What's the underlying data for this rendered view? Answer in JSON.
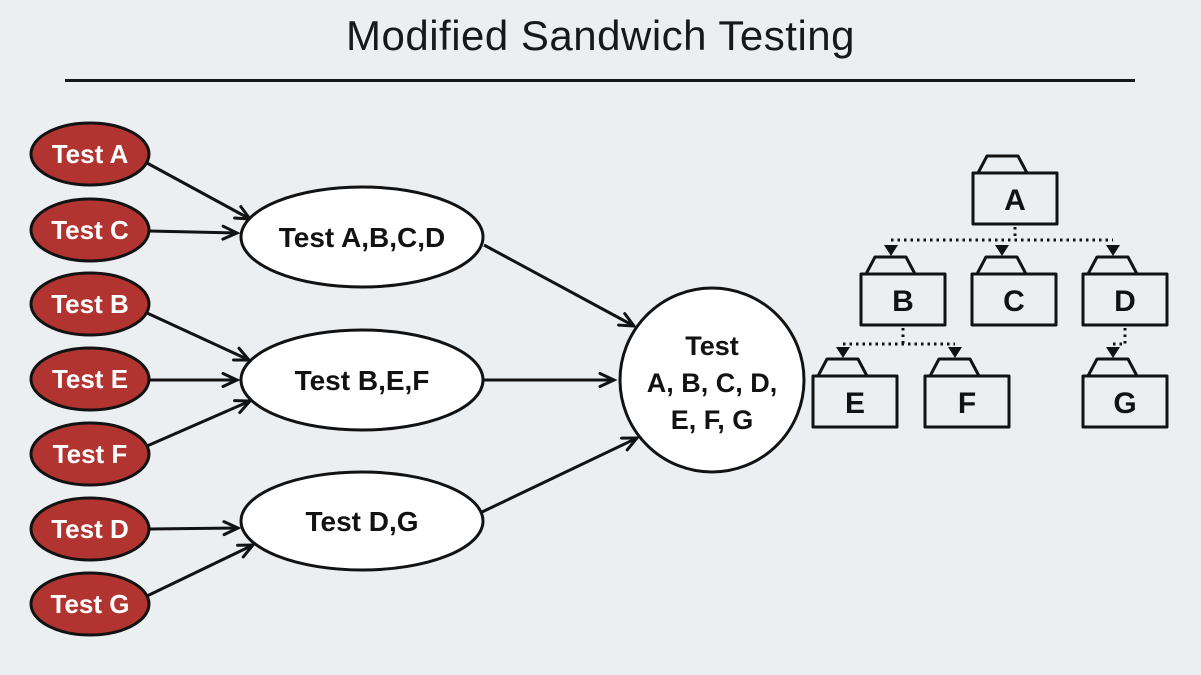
{
  "title": "Modified Sandwich Testing",
  "colors": {
    "background": "#ECEFF2",
    "unit_test_fill": "#B23431",
    "unit_test_text": "#FFFFFF",
    "node_fill": "#FFFFFF",
    "line_stroke": "#121212"
  },
  "diagram": {
    "unit_tests": [
      {
        "label": "Test A"
      },
      {
        "label": "Test C"
      },
      {
        "label": "Test B"
      },
      {
        "label": "Test E"
      },
      {
        "label": "Test F"
      },
      {
        "label": "Test D"
      },
      {
        "label": "Test G"
      }
    ],
    "integration_tests": [
      {
        "label": "Test A,B,C,D"
      },
      {
        "label": "Test B,E,F"
      },
      {
        "label": "Test D,G"
      }
    ],
    "system_test": {
      "line1": "Test",
      "line2": "A, B, C, D,",
      "line3": "E, F, G"
    },
    "module_tree": {
      "folders": [
        {
          "label": "A"
        },
        {
          "label": "B"
        },
        {
          "label": "C"
        },
        {
          "label": "D"
        },
        {
          "label": "E"
        },
        {
          "label": "F"
        },
        {
          "label": "G"
        }
      ],
      "hierarchy": {
        "A": [
          "B",
          "C",
          "D"
        ],
        "B": [
          "E",
          "F"
        ],
        "D": [
          "G"
        ]
      }
    }
  }
}
